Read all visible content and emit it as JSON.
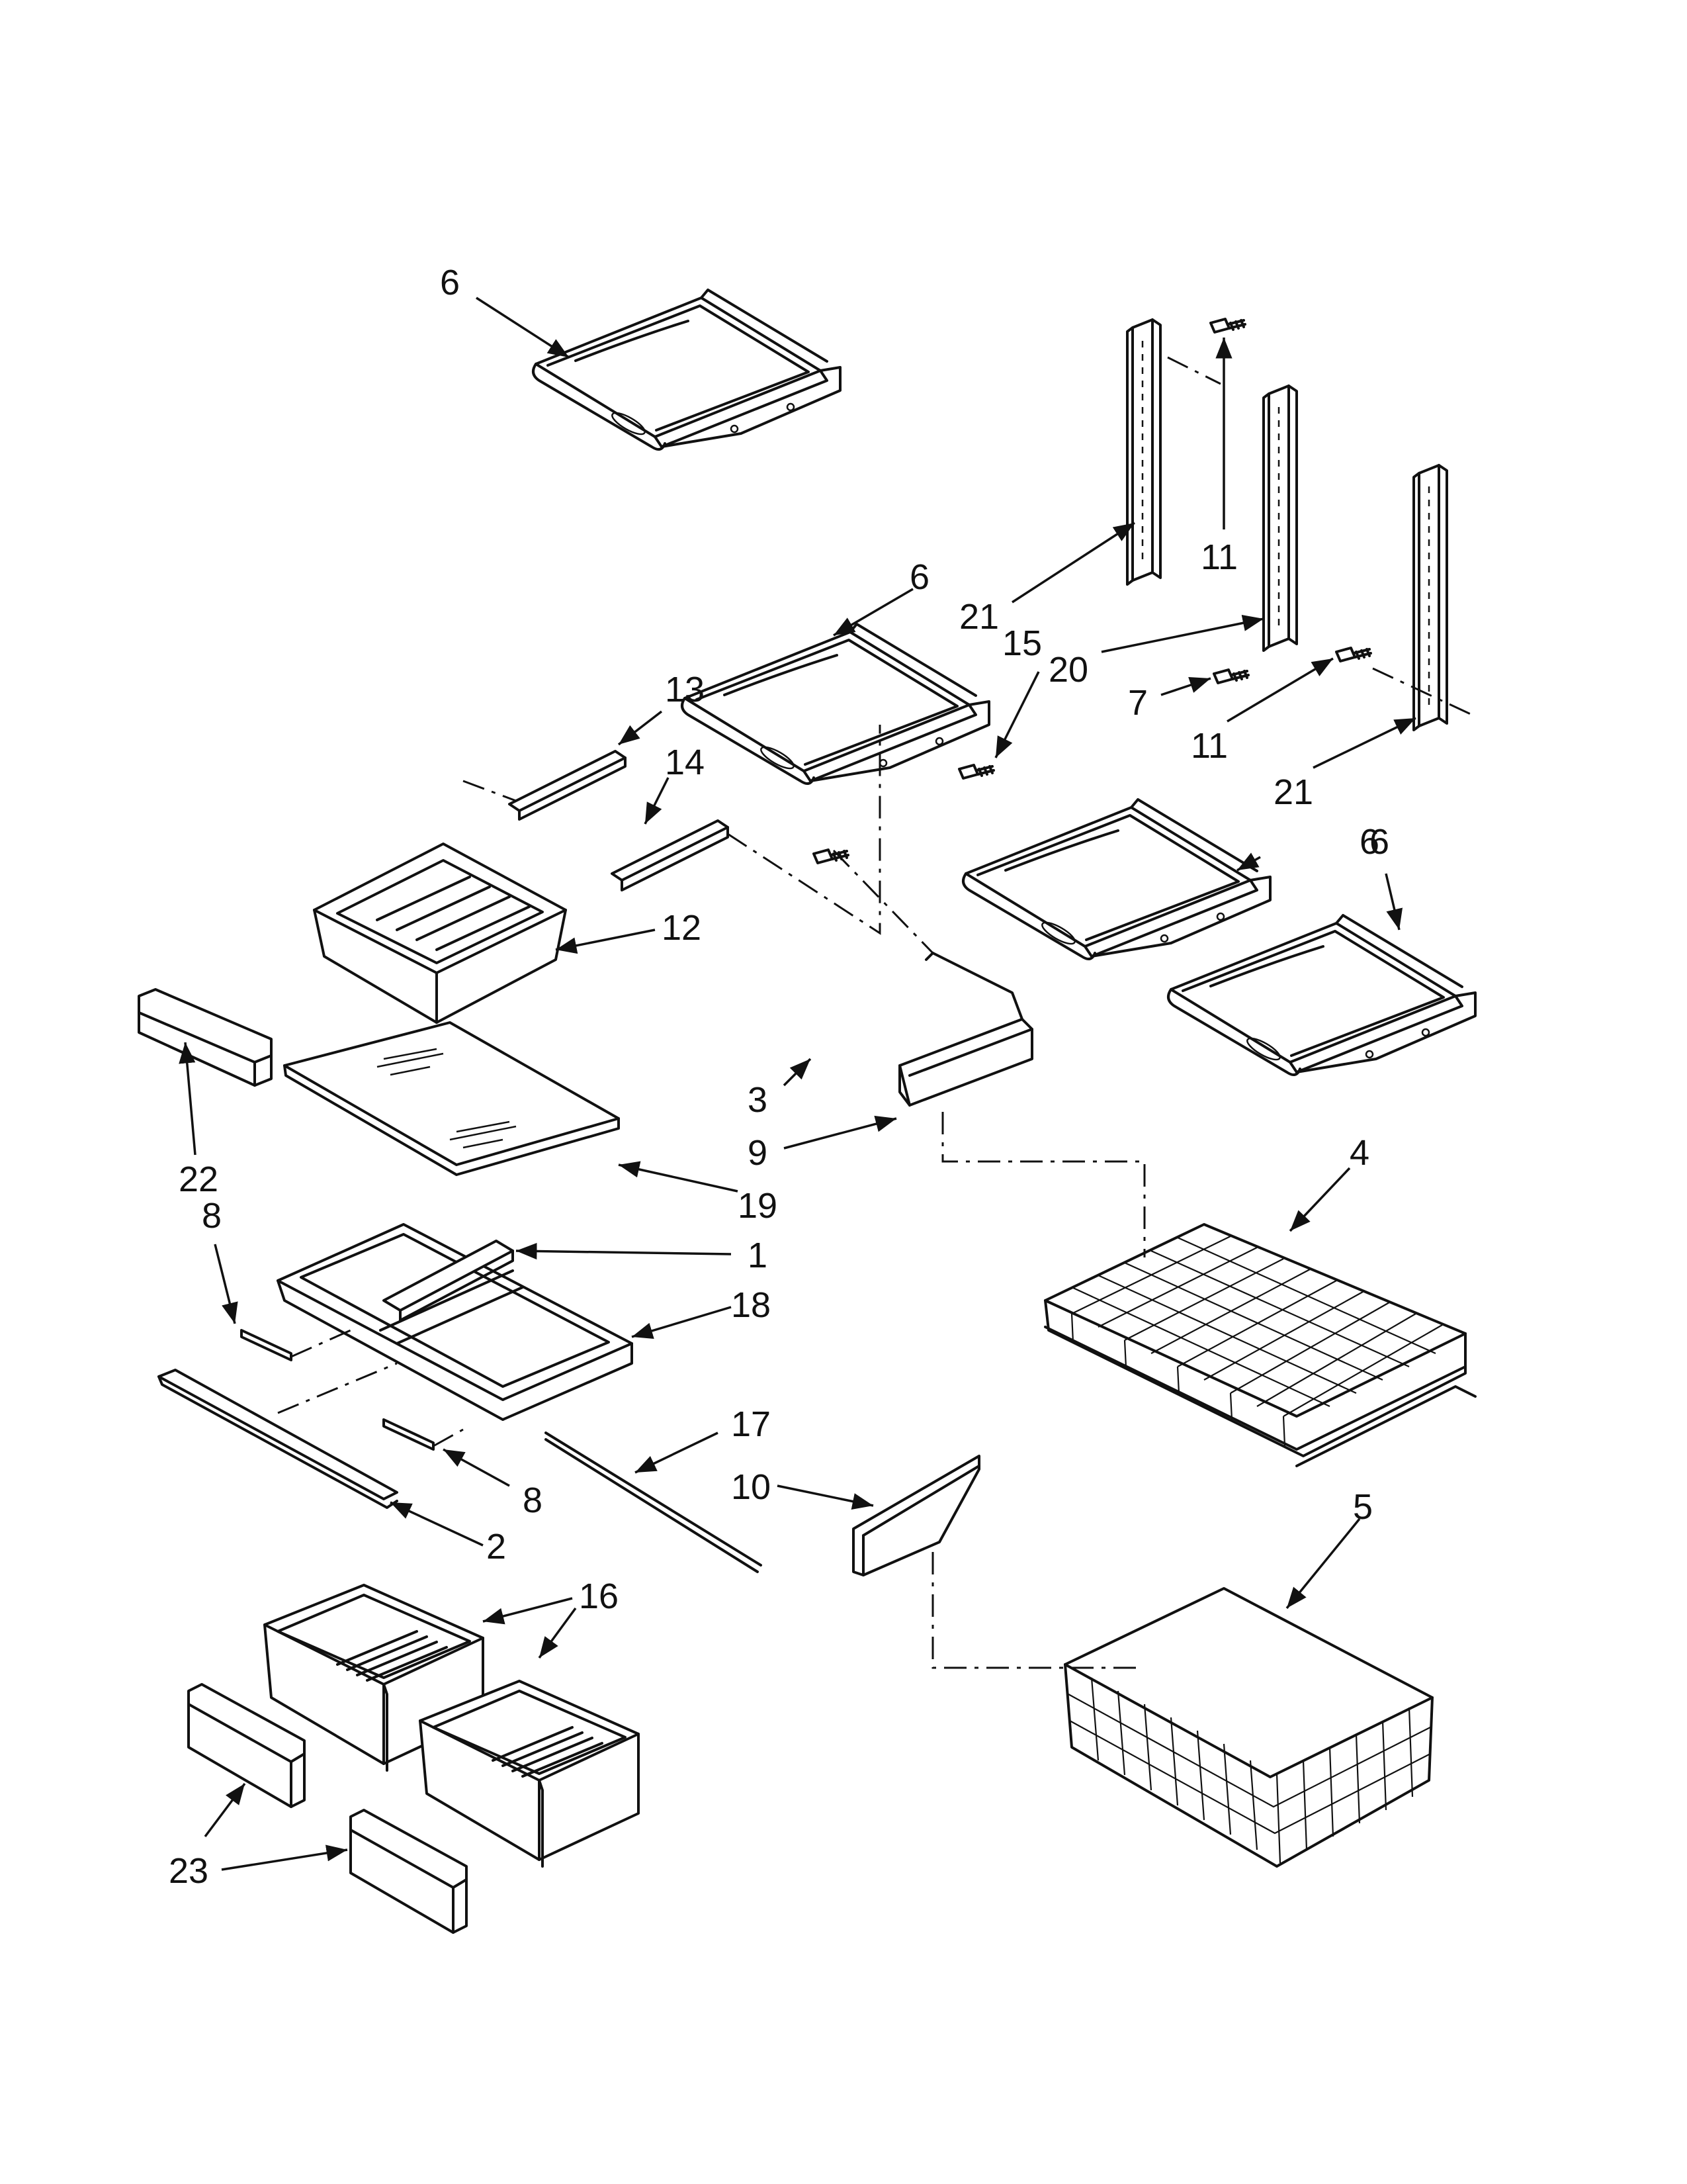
{
  "callouts": [
    "6",
    "6",
    "6",
    "6",
    "21",
    "15",
    "11",
    "20",
    "7",
    "11",
    "21",
    "13",
    "14",
    "12",
    "22",
    "19",
    "3",
    "9",
    "4",
    "8",
    "1",
    "18",
    "17",
    "8",
    "2",
    "10",
    "5",
    "16",
    "23"
  ]
}
